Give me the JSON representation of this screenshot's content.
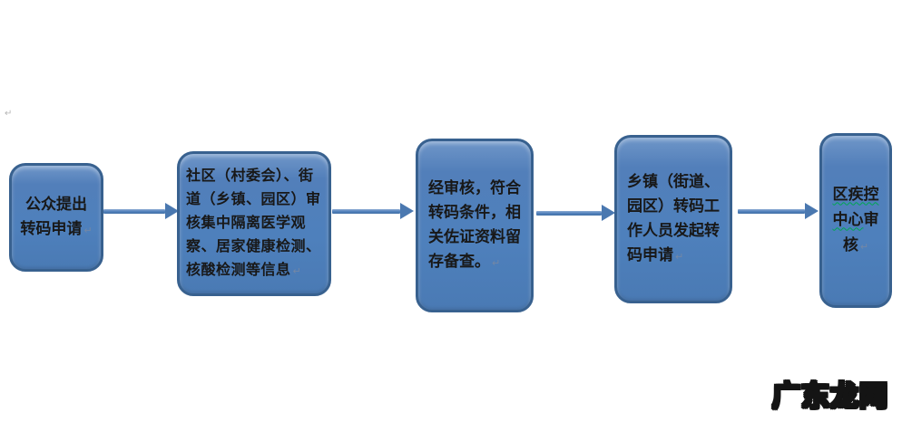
{
  "colors": {
    "box_fill": "#4e80bc",
    "box_border": "#38618f",
    "arrow": "#4a78b0",
    "text": "#181818",
    "spellcheck_underline": "#00a651",
    "watermark_fill": "#ffffff",
    "watermark_outline": "#141414",
    "background": "#ffffff"
  },
  "marks": {
    "return_mark": "↵",
    "page_mark": "↵"
  },
  "diagram": {
    "boxes": [
      {
        "name": "step-1-public-application",
        "lines": [
          "公众提出",
          "转码申请"
        ]
      },
      {
        "name": "step-2-community-review",
        "lines": [
          "社区（村委会）、街",
          "道（乡镇、园区）审",
          "核集中隔离医学观",
          "察、居家健康检测、",
          "核酸检测等信息"
        ]
      },
      {
        "name": "step-3-audit-pass",
        "lines": [
          "经审核，符合",
          "转码条件，相",
          "关佐证资料留",
          "存备查。"
        ]
      },
      {
        "name": "step-4-staff-initiate",
        "lines": [
          "乡镇（街道、",
          "园区）转码工",
          "作人员发起转",
          "码申请"
        ]
      },
      {
        "name": "step-5-cdc-review",
        "segments": {
          "l1": "区疾控",
          "l2a": "中心",
          "l2b": "审",
          "l3": "核"
        }
      }
    ]
  },
  "watermark": {
    "text": "广东龙网"
  }
}
